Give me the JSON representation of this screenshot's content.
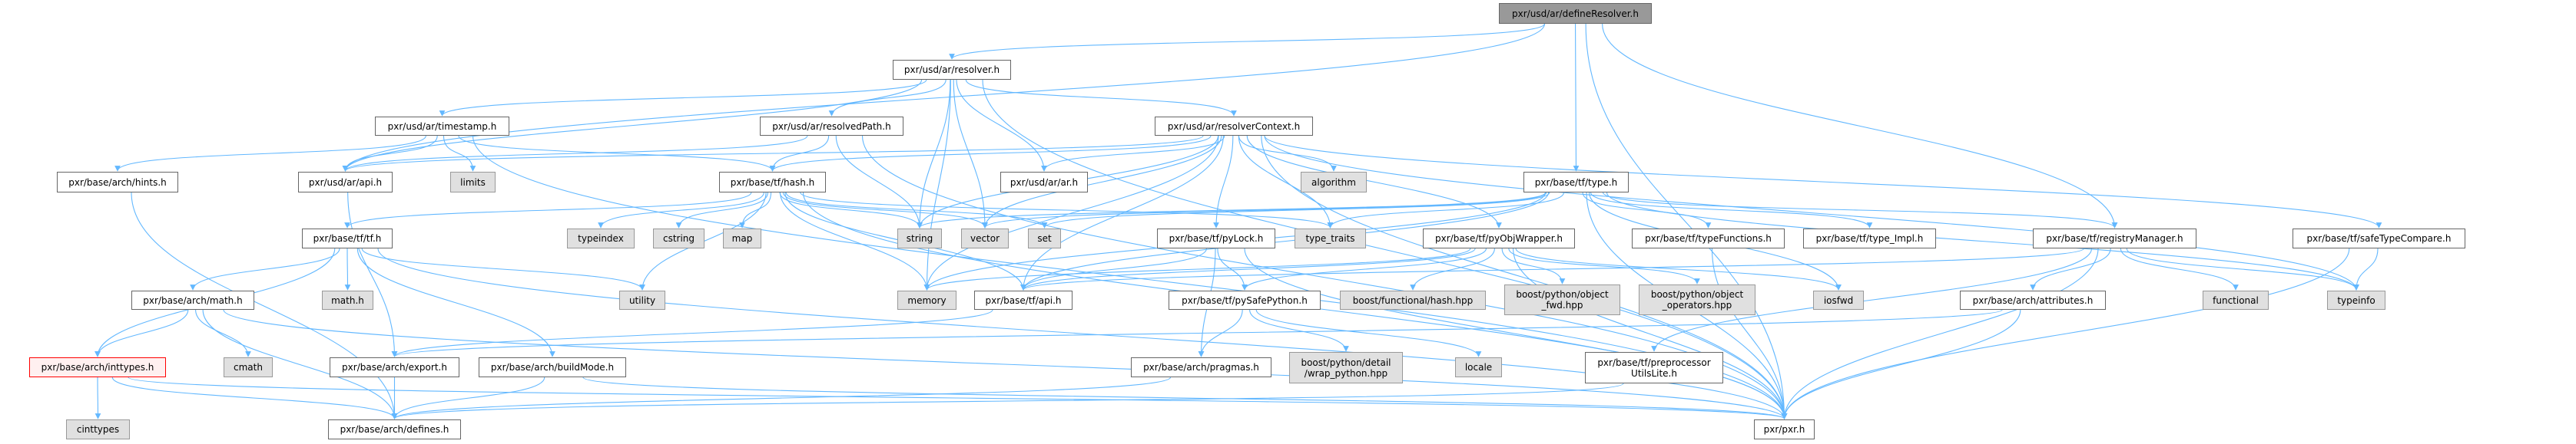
{
  "graph": {
    "title": "pxr/usd/ar/defineResolver.h",
    "edge_color": "#63b8ff",
    "nodes": {
      "defineResolver": {
        "label": "pxr/usd/ar/defineResolver.h",
        "kind": "root"
      },
      "resolver": {
        "label": "pxr/usd/ar/resolver.h",
        "kind": "file"
      },
      "timestamp": {
        "label": "pxr/usd/ar/timestamp.h",
        "kind": "file"
      },
      "resolvedPath": {
        "label": "pxr/usd/ar/resolvedPath.h",
        "kind": "file"
      },
      "resolverContext": {
        "label": "pxr/usd/ar/resolverContext.h",
        "kind": "file"
      },
      "hints": {
        "label": "pxr/base/arch/hints.h",
        "kind": "file"
      },
      "arApi": {
        "label": "pxr/usd/ar/api.h",
        "kind": "file"
      },
      "limits": {
        "label": "limits",
        "kind": "system"
      },
      "hash": {
        "label": "pxr/base/tf/hash.h",
        "kind": "file"
      },
      "ar": {
        "label": "pxr/usd/ar/ar.h",
        "kind": "file"
      },
      "algorithm": {
        "label": "algorithm",
        "kind": "system"
      },
      "type": {
        "label": "pxr/base/tf/type.h",
        "kind": "file"
      },
      "tf": {
        "label": "pxr/base/tf/tf.h",
        "kind": "file"
      },
      "typeindex": {
        "label": "typeindex",
        "kind": "system"
      },
      "cstring": {
        "label": "cstring",
        "kind": "system"
      },
      "map": {
        "label": "map",
        "kind": "system"
      },
      "string": {
        "label": "string",
        "kind": "system"
      },
      "vector": {
        "label": "vector",
        "kind": "system"
      },
      "set": {
        "label": "set",
        "kind": "system"
      },
      "pyLock": {
        "label": "pxr/base/tf/pyLock.h",
        "kind": "file"
      },
      "type_traits": {
        "label": "type_traits",
        "kind": "system"
      },
      "pyObjWrapper": {
        "label": "pxr/base/tf/pyObjWrapper.h",
        "kind": "file"
      },
      "typeFunctions": {
        "label": "pxr/base/tf/typeFunctions.h",
        "kind": "file"
      },
      "typeImpl": {
        "label": "pxr/base/tf/type_Impl.h",
        "kind": "file"
      },
      "registryManager": {
        "label": "pxr/base/tf/registryManager.h",
        "kind": "file"
      },
      "safeTypeCompare": {
        "label": "pxr/base/tf/safeTypeCompare.h",
        "kind": "file"
      },
      "archMath": {
        "label": "pxr/base/arch/math.h",
        "kind": "file"
      },
      "mathh": {
        "label": "math.h",
        "kind": "system"
      },
      "utility": {
        "label": "utility",
        "kind": "system"
      },
      "memory": {
        "label": "memory",
        "kind": "system"
      },
      "tfApi": {
        "label": "pxr/base/tf/api.h",
        "kind": "file"
      },
      "pySafePython": {
        "label": "pxr/base/tf/pySafePython.h",
        "kind": "file"
      },
      "boostHash": {
        "label": "boost/functional/hash.hpp",
        "kind": "system"
      },
      "objectFwd": {
        "label": "boost/python/object\n_fwd.hpp",
        "kind": "system"
      },
      "objectOps": {
        "label": "boost/python/object\n_operators.hpp",
        "kind": "system"
      },
      "iosfwd": {
        "label": "iosfwd",
        "kind": "system"
      },
      "attributes": {
        "label": "pxr/base/arch/attributes.h",
        "kind": "file"
      },
      "functional": {
        "label": "functional",
        "kind": "system"
      },
      "typeinfo": {
        "label": "typeinfo",
        "kind": "system"
      },
      "inttypes": {
        "label": "pxr/base/arch/inttypes.h",
        "kind": "truncated"
      },
      "cmath": {
        "label": "cmath",
        "kind": "system"
      },
      "export": {
        "label": "pxr/base/arch/export.h",
        "kind": "file"
      },
      "buildMode": {
        "label": "pxr/base/arch/buildMode.h",
        "kind": "file"
      },
      "pragmas": {
        "label": "pxr/base/arch/pragmas.h",
        "kind": "file"
      },
      "wrapPython": {
        "label": "boost/python/detail\n/wrap_python.hpp",
        "kind": "system"
      },
      "locale": {
        "label": "locale",
        "kind": "system"
      },
      "preprocessor": {
        "label": "pxr/base/tf/preprocessor\nUtilsLite.h",
        "kind": "file"
      },
      "cinttypes": {
        "label": "cinttypes",
        "kind": "system"
      },
      "defines": {
        "label": "pxr/base/arch/defines.h",
        "kind": "file"
      },
      "pxr": {
        "label": "pxr/pxr.h",
        "kind": "file"
      }
    },
    "edges": [
      [
        "defineResolver",
        "resolver"
      ],
      [
        "defineResolver",
        "arApi"
      ],
      [
        "defineResolver",
        "type"
      ],
      [
        "defineResolver",
        "registryManager"
      ],
      [
        "defineResolver",
        "pxr"
      ],
      [
        "resolver",
        "arApi"
      ],
      [
        "resolver",
        "ar"
      ],
      [
        "resolver",
        "resolvedPath"
      ],
      [
        "resolver",
        "resolverContext"
      ],
      [
        "resolver",
        "timestamp"
      ],
      [
        "resolver",
        "memory"
      ],
      [
        "resolver",
        "string"
      ],
      [
        "resolver",
        "vector"
      ],
      [
        "resolver",
        "pxr"
      ],
      [
        "timestamp",
        "hints"
      ],
      [
        "timestamp",
        "arApi"
      ],
      [
        "timestamp",
        "hash"
      ],
      [
        "timestamp",
        "limits"
      ],
      [
        "timestamp",
        "pxr"
      ],
      [
        "resolvedPath",
        "arApi"
      ],
      [
        "resolvedPath",
        "hash"
      ],
      [
        "resolvedPath",
        "string"
      ],
      [
        "resolvedPath",
        "pxr"
      ],
      [
        "resolverContext",
        "arApi"
      ],
      [
        "resolverContext",
        "ar"
      ],
      [
        "resolverContext",
        "hash"
      ],
      [
        "resolverContext",
        "pyLock"
      ],
      [
        "resolverContext",
        "pyObjWrapper"
      ],
      [
        "resolverContext",
        "safeTypeCompare"
      ],
      [
        "resolverContext",
        "algorithm"
      ],
      [
        "resolverContext",
        "memory"
      ],
      [
        "resolverContext",
        "string"
      ],
      [
        "resolverContext",
        "type_traits"
      ],
      [
        "resolverContext",
        "typeinfo"
      ],
      [
        "resolverContext",
        "vector"
      ],
      [
        "resolverContext",
        "tfApi"
      ],
      [
        "resolverContext",
        "pxr"
      ],
      [
        "hash",
        "tf"
      ],
      [
        "hash",
        "typeindex"
      ],
      [
        "hash",
        "cstring"
      ],
      [
        "hash",
        "map"
      ],
      [
        "hash",
        "memory"
      ],
      [
        "hash",
        "set"
      ],
      [
        "hash",
        "string"
      ],
      [
        "hash",
        "type_traits"
      ],
      [
        "hash",
        "utility"
      ],
      [
        "hash",
        "vector"
      ],
      [
        "hash",
        "tfApi"
      ],
      [
        "hash",
        "pxr"
      ],
      [
        "tf",
        "archMath"
      ],
      [
        "tf",
        "mathh"
      ],
      [
        "tf",
        "inttypes"
      ],
      [
        "tf",
        "buildMode"
      ],
      [
        "tf",
        "utility"
      ],
      [
        "tf",
        "pxr"
      ],
      [
        "archMath",
        "inttypes"
      ],
      [
        "archMath",
        "cmath"
      ],
      [
        "archMath",
        "defines"
      ],
      [
        "archMath",
        "pxr"
      ],
      [
        "inttypes",
        "cinttypes"
      ],
      [
        "inttypes",
        "defines"
      ],
      [
        "inttypes",
        "pxr"
      ],
      [
        "hints",
        "defines"
      ],
      [
        "arApi",
        "export"
      ],
      [
        "export",
        "defines"
      ],
      [
        "buildMode",
        "defines"
      ],
      [
        "buildMode",
        "pxr"
      ],
      [
        "tfApi",
        "export"
      ],
      [
        "type",
        "string"
      ],
      [
        "type",
        "vector"
      ],
      [
        "type",
        "set"
      ],
      [
        "type",
        "type_traits"
      ],
      [
        "type",
        "memory"
      ],
      [
        "type",
        "tfApi"
      ],
      [
        "type",
        "typeFunctions"
      ],
      [
        "type",
        "typeImpl"
      ],
      [
        "type",
        "registryManager"
      ],
      [
        "type",
        "typeinfo"
      ],
      [
        "type",
        "iosfwd"
      ],
      [
        "type",
        "pxr"
      ],
      [
        "pyLock",
        "tfApi"
      ],
      [
        "pyLock",
        "pySafePython"
      ],
      [
        "pyLock",
        "pragmas"
      ],
      [
        "pyLock",
        "pxr"
      ],
      [
        "pyObjWrapper",
        "tfApi"
      ],
      [
        "pyObjWrapper",
        "pySafePython"
      ],
      [
        "pyObjWrapper",
        "boostHash"
      ],
      [
        "pyObjWrapper",
        "objectFwd"
      ],
      [
        "pyObjWrapper",
        "objectOps"
      ],
      [
        "pyObjWrapper",
        "iosfwd"
      ],
      [
        "pyObjWrapper",
        "memory"
      ],
      [
        "pyObjWrapper",
        "pxr"
      ],
      [
        "pySafePython",
        "pragmas"
      ],
      [
        "pySafePython",
        "wrapPython"
      ],
      [
        "pySafePython",
        "locale"
      ],
      [
        "pragmas",
        "defines"
      ],
      [
        "preprocessor",
        "defines"
      ],
      [
        "typeFunctions",
        "pxr"
      ],
      [
        "registryManager",
        "tfApi"
      ],
      [
        "registryManager",
        "attributes"
      ],
      [
        "registryManager",
        "functional"
      ],
      [
        "registryManager",
        "typeinfo"
      ],
      [
        "registryManager",
        "preprocessor"
      ],
      [
        "registryManager",
        "pxr"
      ],
      [
        "attributes",
        "export"
      ],
      [
        "attributes",
        "pxr"
      ],
      [
        "safeTypeCompare",
        "typeinfo"
      ],
      [
        "safeTypeCompare",
        "pxr"
      ]
    ]
  }
}
